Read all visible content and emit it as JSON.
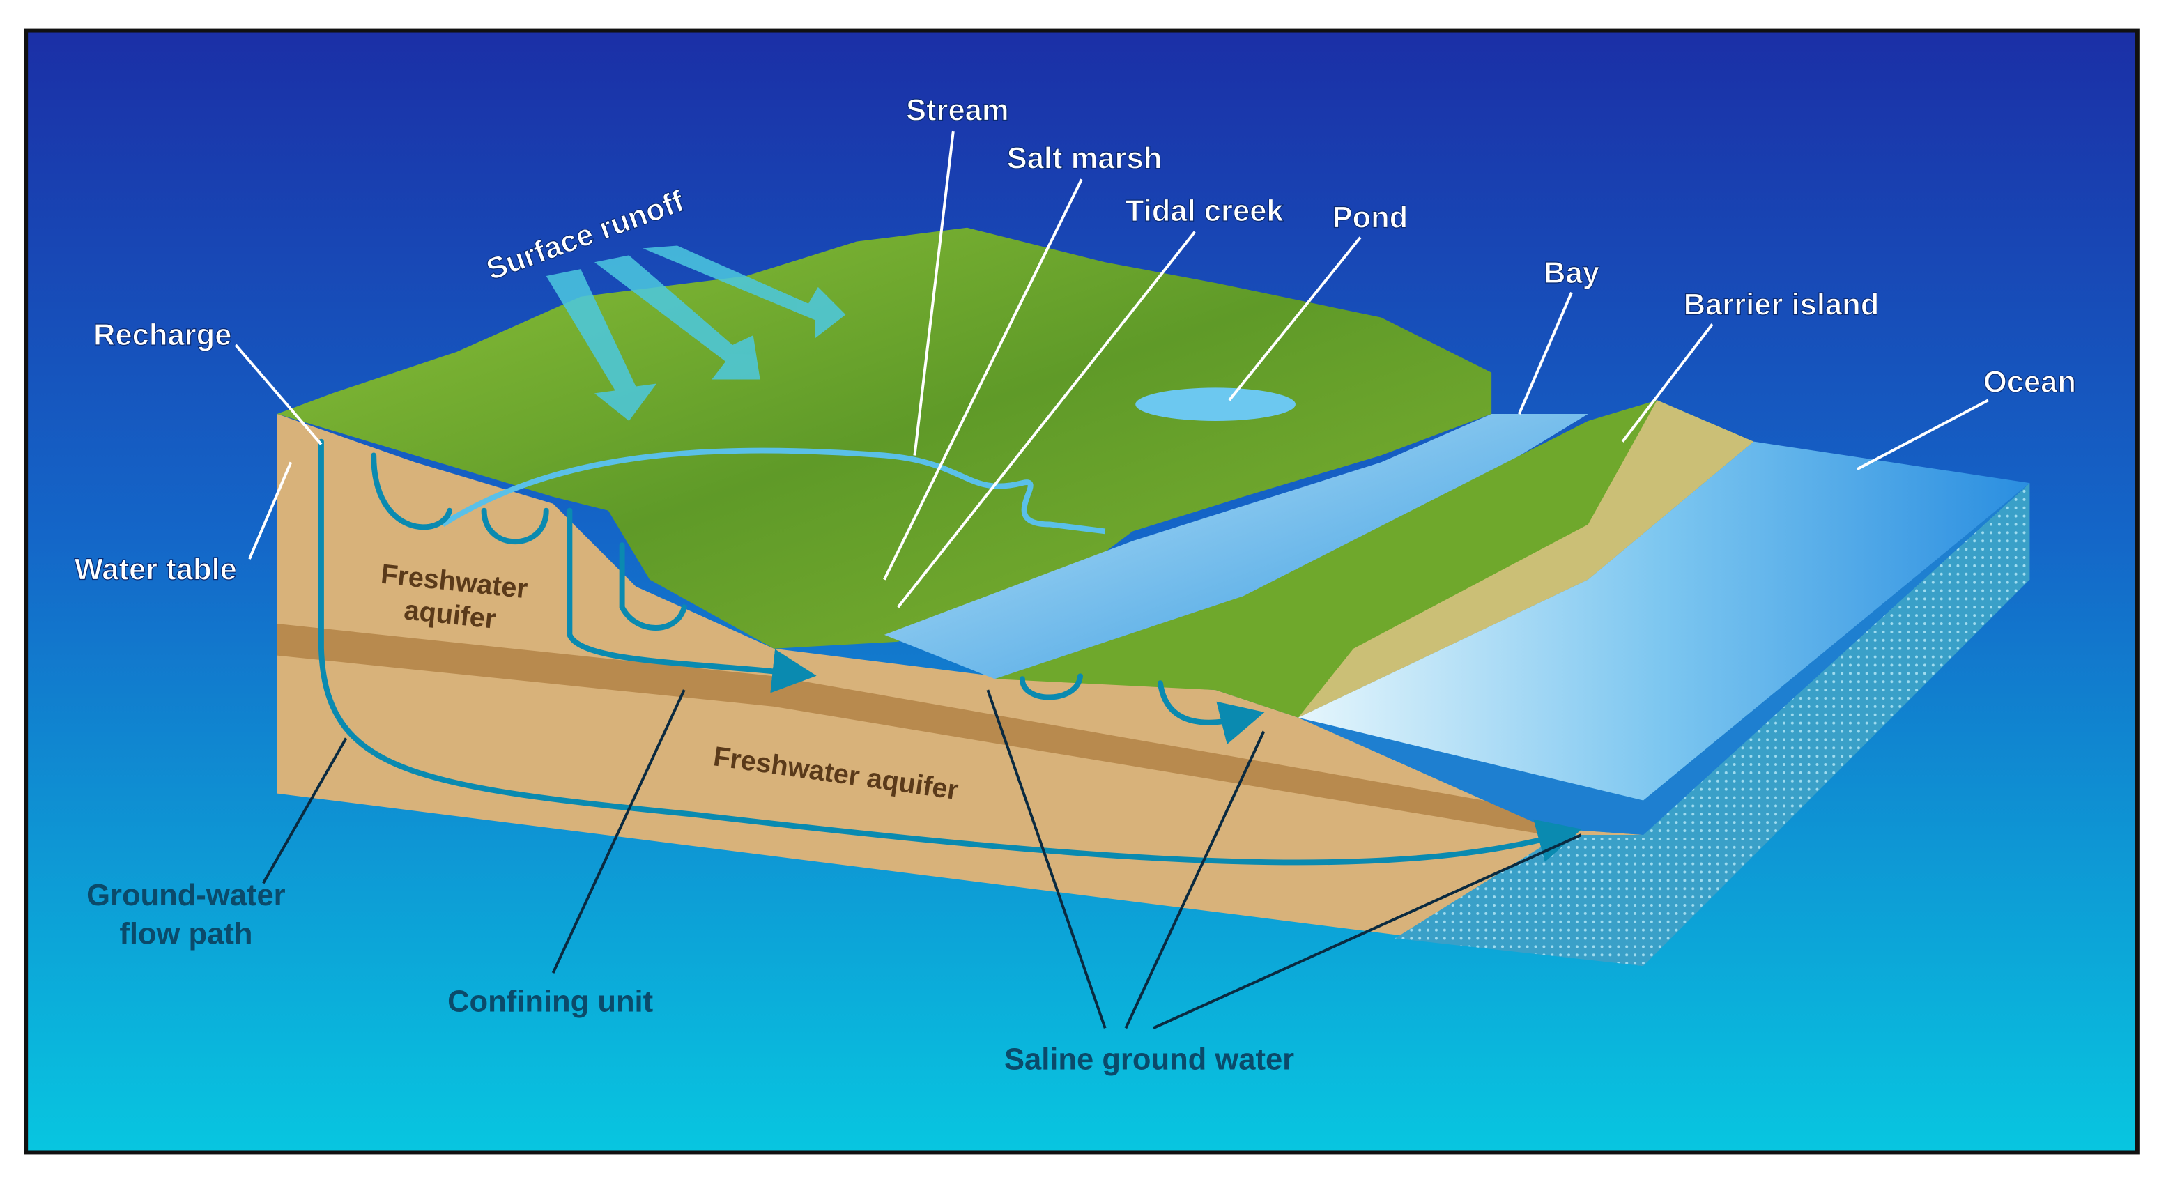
{
  "diagram": {
    "labels": {
      "stream": "Stream",
      "salt_marsh": "Salt marsh",
      "tidal_creek": "Tidal creek",
      "pond": "Pond",
      "bay": "Bay",
      "barrier_island": "Barrier island",
      "ocean": "Ocean",
      "surface_runoff": "Surface runoff",
      "recharge": "Recharge",
      "water_table": "Water table",
      "freshwater_aquifer_upper_1": "Freshwater",
      "freshwater_aquifer_upper_2": "aquifer",
      "freshwater_aquifer_lower": "Freshwater aquifer",
      "ground_water_flow_path_1": "Ground-water",
      "ground_water_flow_path_2": "flow path",
      "confining_unit": "Confining unit",
      "saline_ground_water": "Saline ground water"
    },
    "colors": {
      "sky_top": "#1b2fa6",
      "sky_bottom": "#08c6e0",
      "land": "#6aa52a",
      "sand": "#d8b27a",
      "confining": "#b88a4e",
      "water": "#3aa6e6",
      "flow_line": "#0a8ab0"
    }
  }
}
